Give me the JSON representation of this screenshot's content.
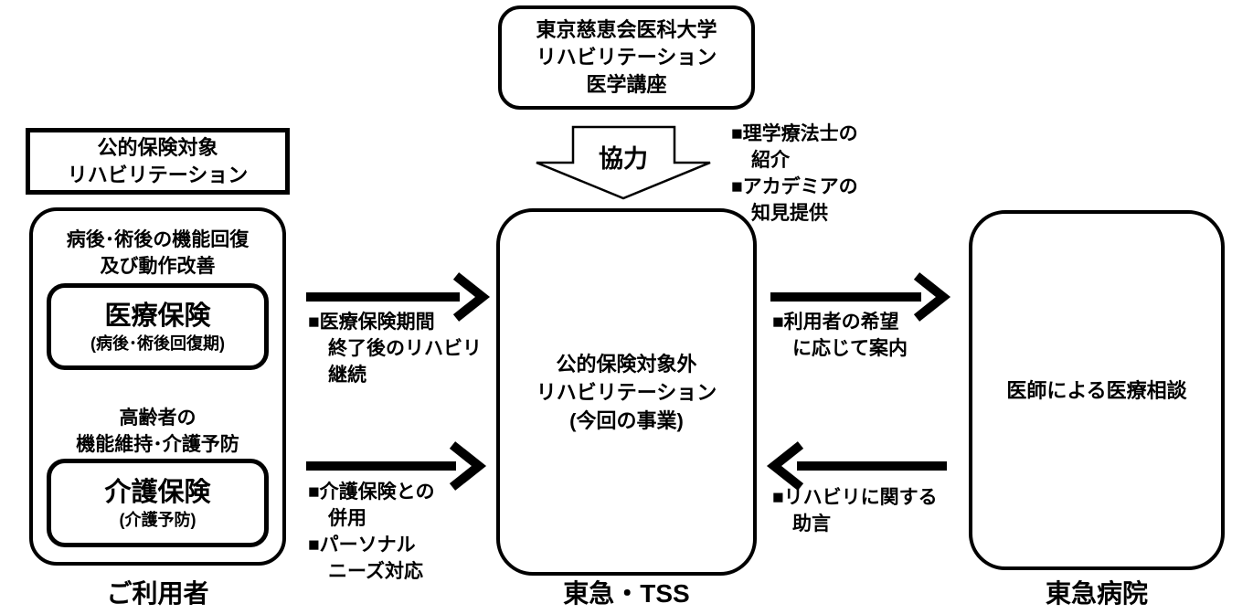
{
  "colors": {
    "ink": "#000000",
    "background": "#ffffff"
  },
  "title_box": {
    "line1": "東京慈恵会医科大学",
    "line2": "リハビリテーション",
    "line3": "医学講座"
  },
  "cooperation": {
    "arrow_label": "協力",
    "notes": {
      "n1": "■理学療法士の",
      "n1b": "紹介",
      "n2": "■アカデミアの",
      "n2b": "知見提供"
    }
  },
  "public_insurance_label": {
    "line1": "公的保険対象",
    "line2": "リハビリテーション"
  },
  "user_panel": {
    "caption_recovery": {
      "line1": "病後･術後の機能回復",
      "line2": "及び動作改善"
    },
    "medical_insurance": {
      "title": "医療保険",
      "subtitle": "(病後･術後回復期)"
    },
    "caption_elderly": {
      "line1": "高齢者の",
      "line2": "機能維持･介護予防"
    },
    "care_insurance": {
      "title": "介護保険",
      "subtitle": "(介護予防)"
    },
    "footer_label": "ご利用者"
  },
  "center_box": {
    "line1": "公的保険対象外",
    "line2": "リハビリテーション",
    "line3": "(今回の事業)",
    "footer_label": "東急・TSS"
  },
  "right_box": {
    "label": "医師による医療相談",
    "footer_label": "東急病院"
  },
  "flows": {
    "user_to_tss_medical": {
      "l1": "■医療保険期間",
      "l2": "終了後のリハビリ",
      "l3": "継続"
    },
    "user_to_tss_care": {
      "l1": "■介護保険との",
      "l2": "併用",
      "l3": "■パーソナル",
      "l4": "ニーズ対応"
    },
    "tss_to_hospital": {
      "l1": "■利用者の希望",
      "l2": "に応じて案内"
    },
    "hospital_to_tss": {
      "l1": "■リハビリに関する",
      "l2": "助言"
    }
  }
}
